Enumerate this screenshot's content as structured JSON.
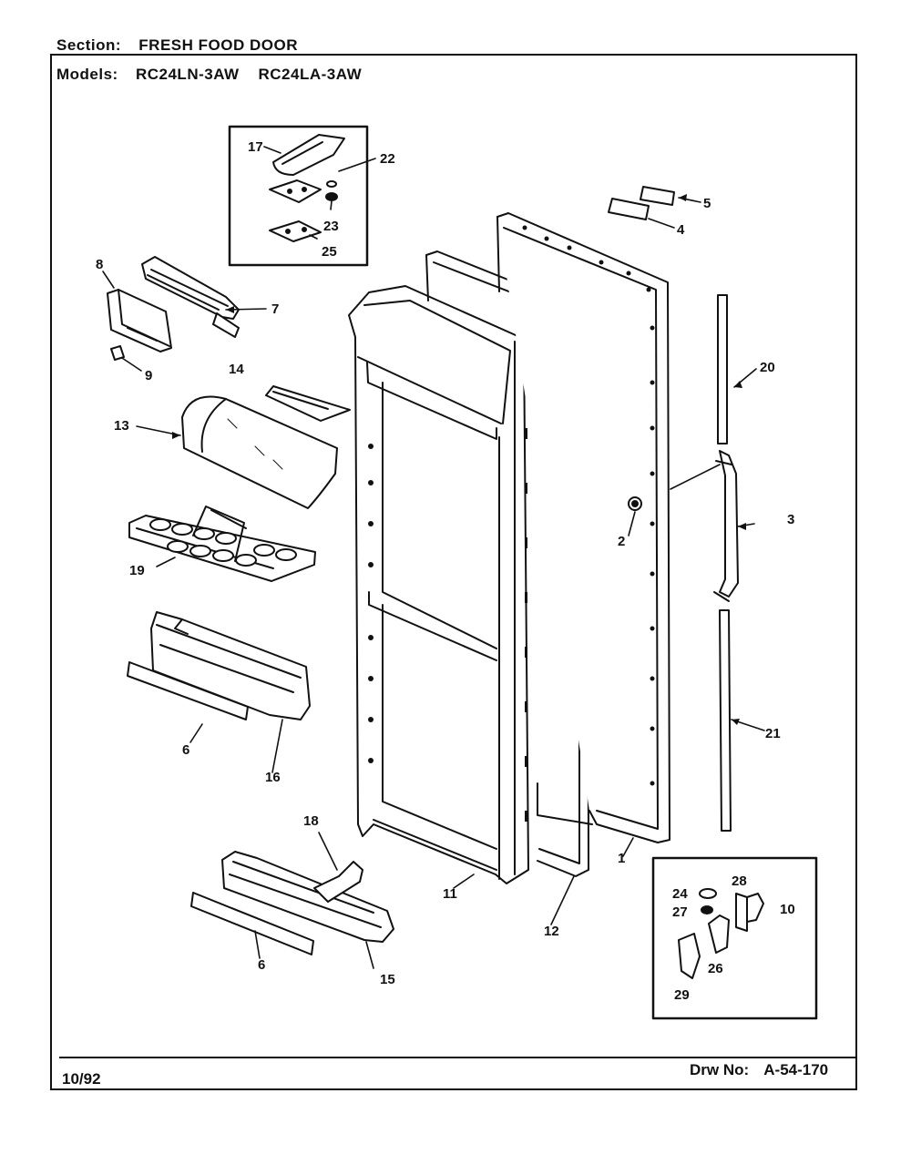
{
  "header": {
    "section_label": "Section:",
    "section_value": "FRESH FOOD DOOR",
    "models_label": "Models:",
    "models": [
      "RC24LN-3AW",
      "RC24LA-3AW"
    ]
  },
  "footer": {
    "date": "10/92",
    "drawing_label": "Drw No:",
    "drawing_number": "A-54-170"
  },
  "callouts": {
    "c1": "1",
    "c2": "2",
    "c3": "3",
    "c4": "4",
    "c5": "5",
    "c6a": "6",
    "c6b": "6",
    "c7": "7",
    "c8": "8",
    "c9": "9",
    "c10": "10",
    "c11": "11",
    "c12": "12",
    "c13": "13",
    "c14": "14",
    "c15": "15",
    "c16": "16",
    "c17": "17",
    "c18": "18",
    "c19": "19",
    "c20": "20",
    "c21": "21",
    "c22": "22",
    "c23": "23",
    "c24": "24",
    "c25": "25",
    "c26": "26",
    "c27": "27",
    "c28": "28",
    "c29": "29"
  }
}
